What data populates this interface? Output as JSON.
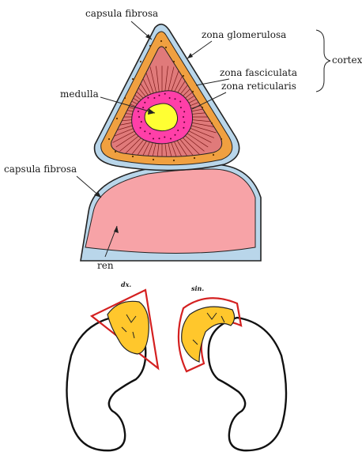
{
  "labels": {
    "capsula_top": "capsula fibrosa",
    "zona_glomerulosa": "zona glomerulosa",
    "zona_fasciculata": "zona fasciculata",
    "zona_reticularis": "zona reticularis",
    "cortex": "cortex",
    "medulla": "medulla",
    "capsula_left": "capsula fibrosa",
    "ren": "ren",
    "dx": "dx.",
    "sin": "sin."
  },
  "colors": {
    "capsule": "#b9d6ea",
    "glomerulosa": "#f0a040",
    "fasciculata": "#e07a7a",
    "reticularis": "#ff3fa8",
    "medulla": "#ffff33",
    "kidney": "#f7a3a7",
    "adrenal_small": "#ffc72c",
    "outline_red": "#d42020"
  }
}
